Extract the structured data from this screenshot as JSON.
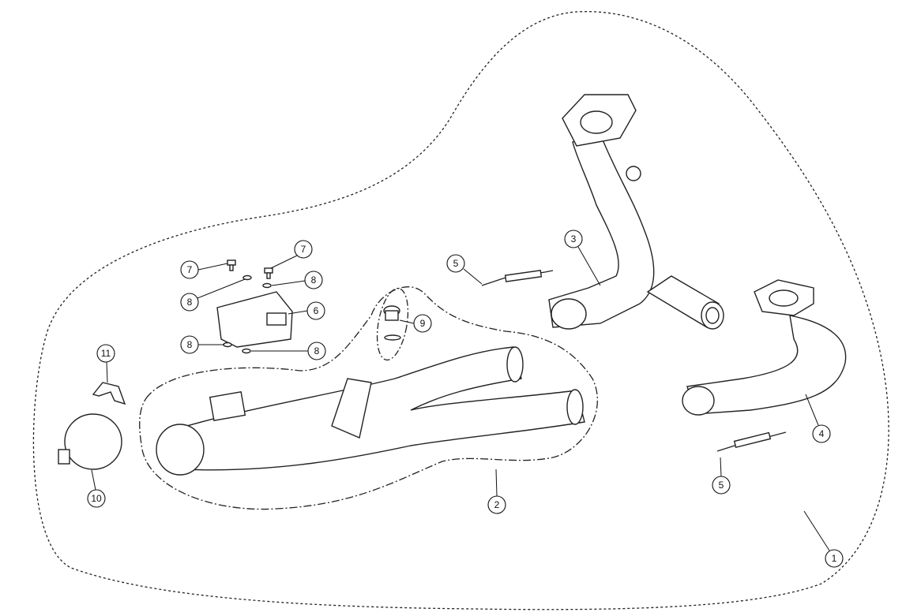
{
  "diagram": {
    "type": "exploded-parts-view",
    "callouts": [
      {
        "id": "c1",
        "label": "1"
      },
      {
        "id": "c2",
        "label": "2"
      },
      {
        "id": "c3",
        "label": "3"
      },
      {
        "id": "c4",
        "label": "4"
      },
      {
        "id": "c5a",
        "label": "5"
      },
      {
        "id": "c5b",
        "label": "5"
      },
      {
        "id": "c6",
        "label": "6"
      },
      {
        "id": "c7a",
        "label": "7"
      },
      {
        "id": "c7b",
        "label": "7"
      },
      {
        "id": "c8a",
        "label": "8"
      },
      {
        "id": "c8b",
        "label": "8"
      },
      {
        "id": "c8c",
        "label": "8"
      },
      {
        "id": "c8d",
        "label": "8"
      },
      {
        "id": "c9",
        "label": "9"
      },
      {
        "id": "c10",
        "label": "10"
      },
      {
        "id": "c11",
        "label": "11"
      }
    ]
  }
}
